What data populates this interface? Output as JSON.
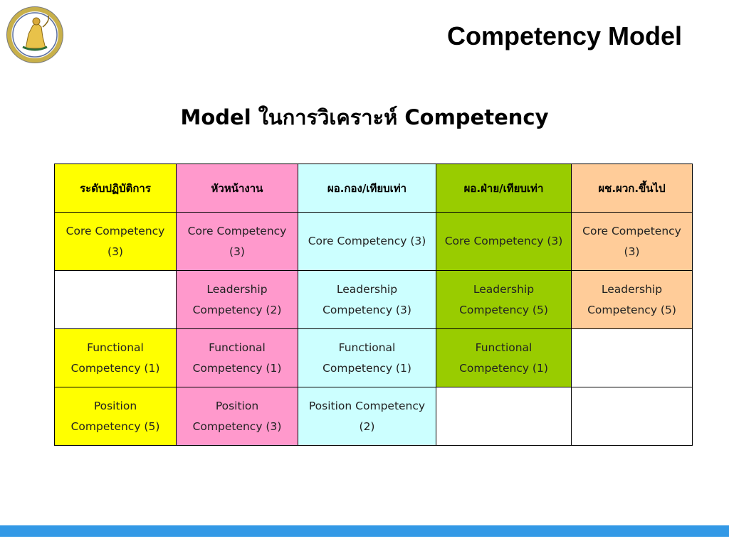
{
  "slide": {
    "title": "Competency Model",
    "subtitle": "Model ในการวิเคราะห์ Competency"
  },
  "colors": {
    "level_1": "#ffff00",
    "level_2": "#ff99cc",
    "level_3": "#ccffff",
    "level_4": "#99cc00",
    "level_5": "#ffcc99",
    "bottom_bar": "#3399e6"
  },
  "logo": {
    "icon": "organization-seal"
  },
  "table": {
    "headers": [
      "ระดับปฏิบัติการ",
      "หัวหน้างาน",
      "ผอ.กอง/เทียบเท่า",
      "ผอ.ฝ่าย/เทียบเท่า",
      "ผช.ผวก.ขึ้นไป"
    ],
    "rows": [
      [
        "Core Competency (3)",
        "Core Competency (3)",
        "Core Competency (3)",
        "Core Competency (3)",
        "Core Competency (3)"
      ],
      [
        "",
        "Leadership Competency (2)",
        "Leadership Competency (3)",
        "Leadership Competency (5)",
        "Leadership Competency (5)"
      ],
      [
        "Functional Competency (1)",
        "Functional Competency (1)",
        "Functional Competency (1)",
        "Functional Competency (1)",
        ""
      ],
      [
        "Position Competency (5)",
        "Position Competency (3)",
        "Position Competency (2)",
        "",
        ""
      ]
    ]
  }
}
